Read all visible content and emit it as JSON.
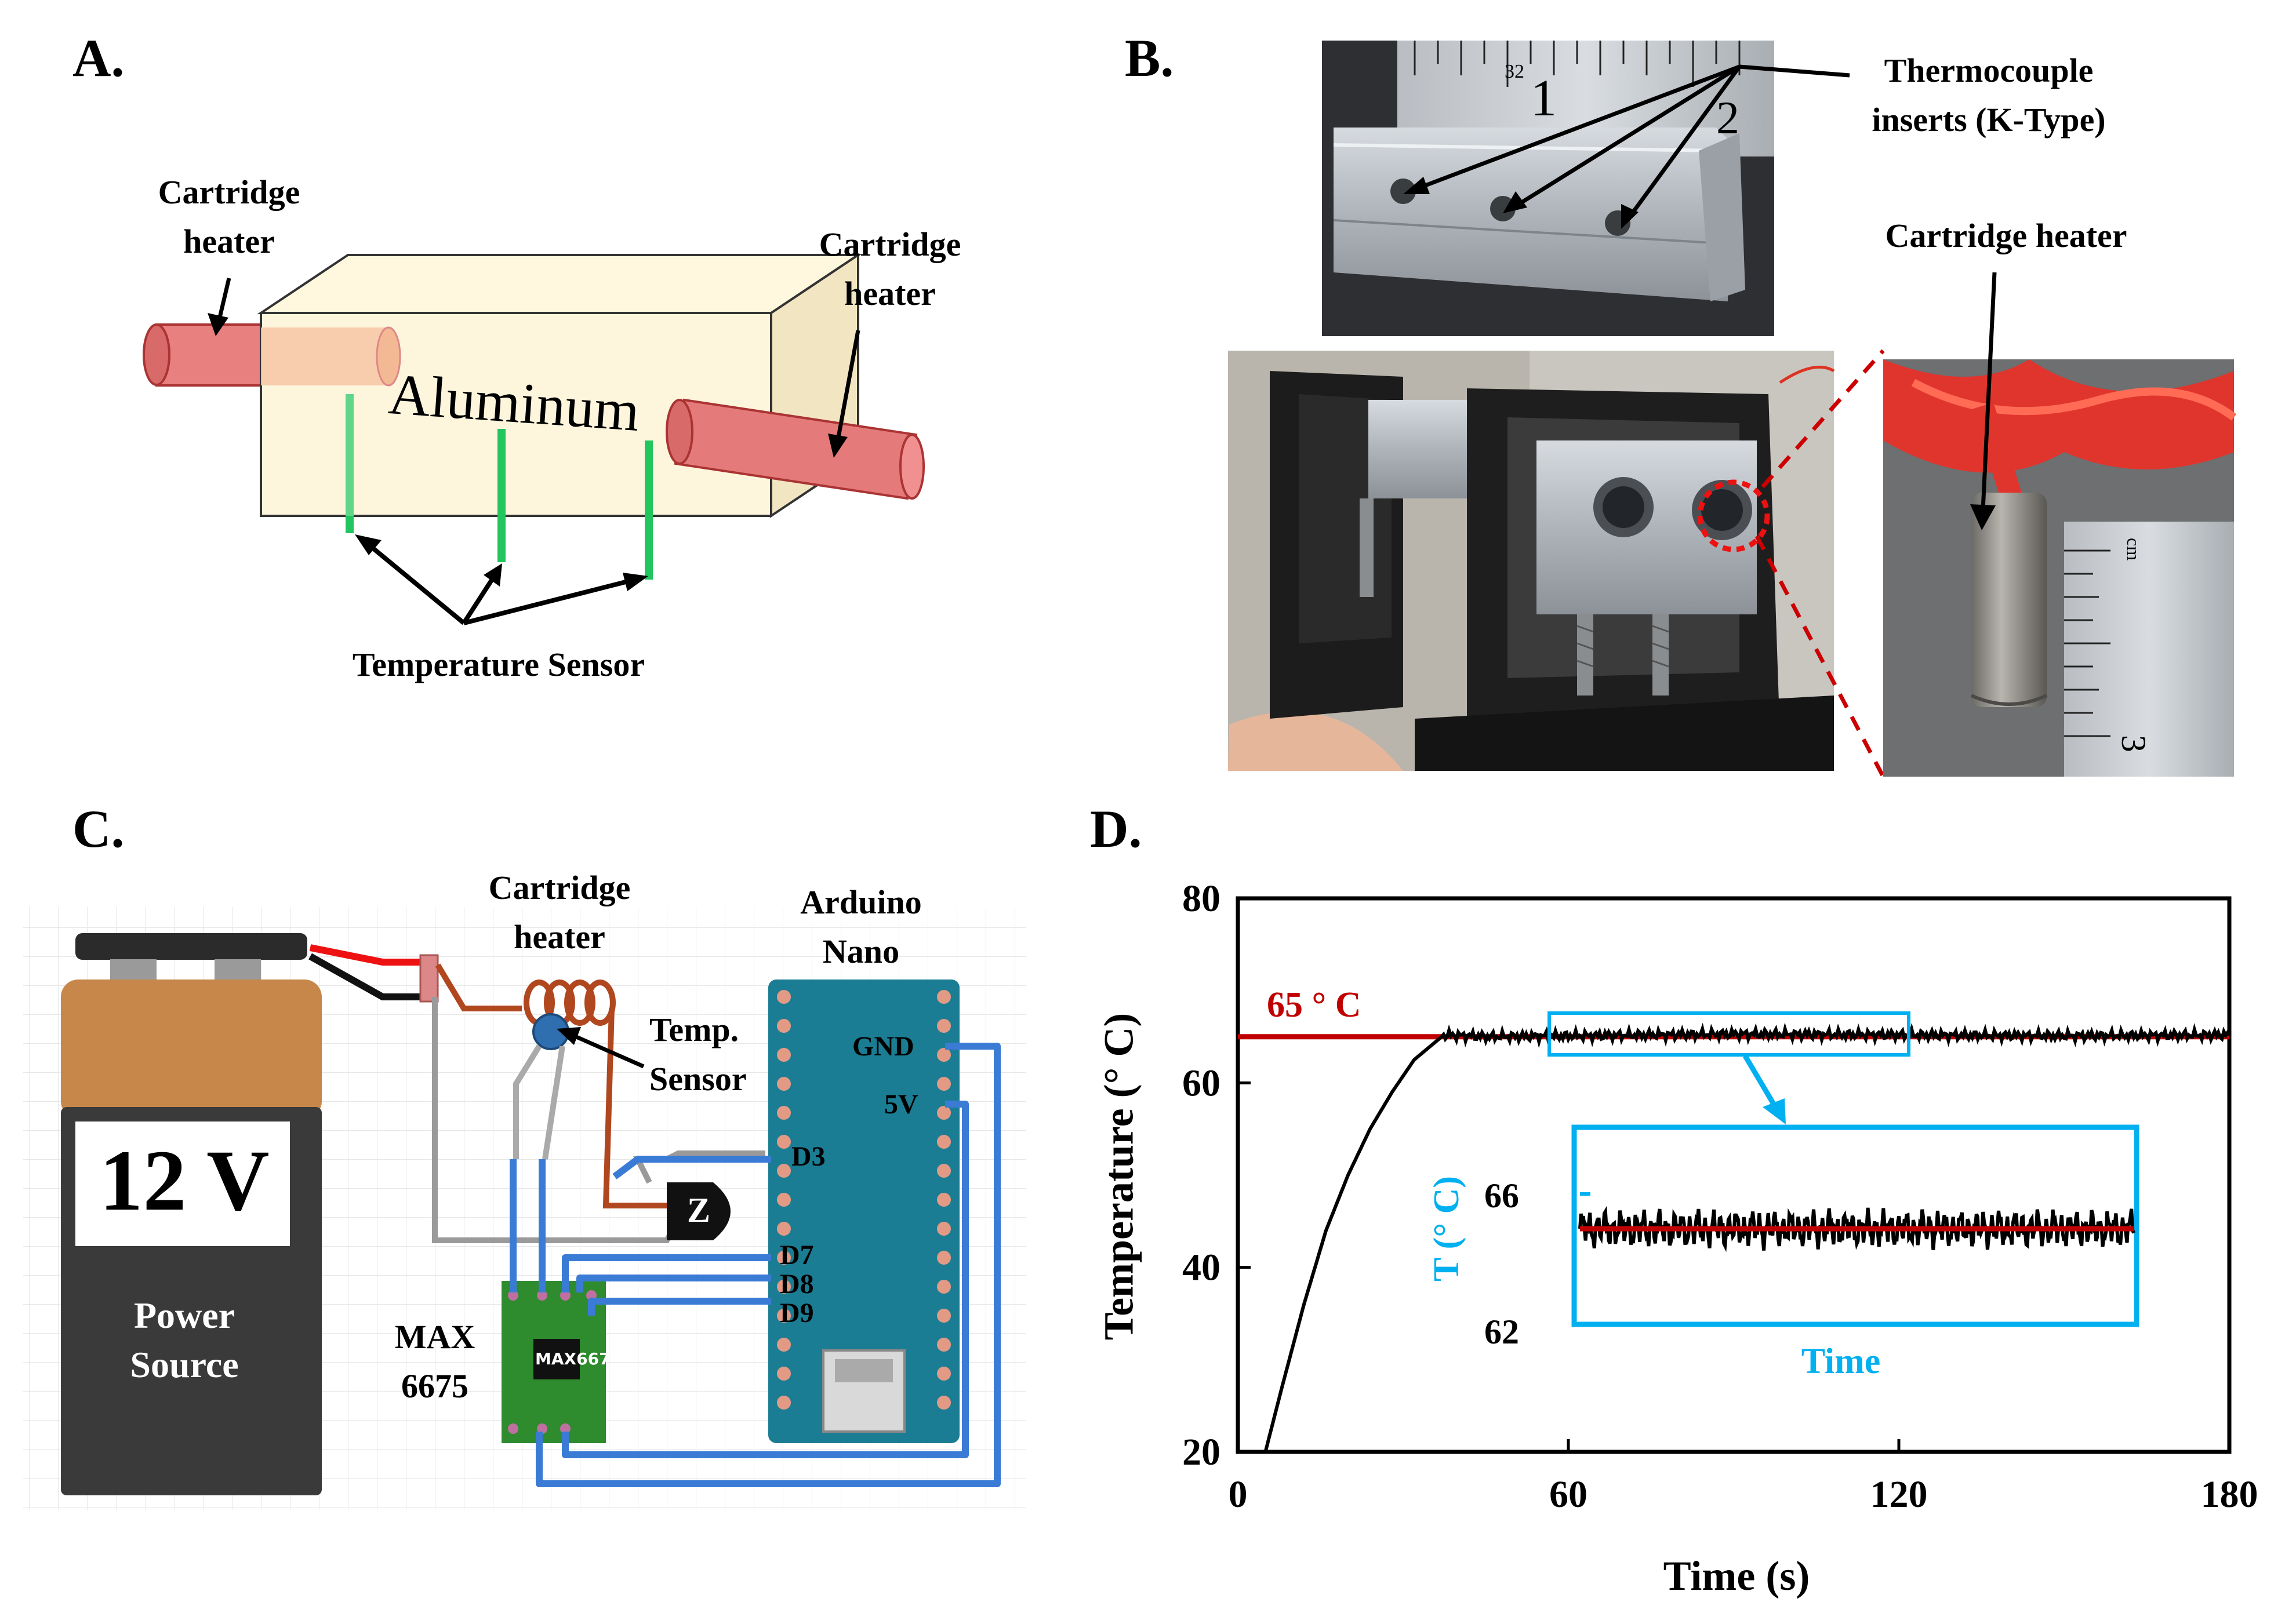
{
  "panel_a": {
    "letter": "A.",
    "heater_left": [
      "Cartridge",
      "heater"
    ],
    "heater_right": [
      "Cartridge",
      "heater"
    ],
    "block": "Aluminum",
    "sensor": "Temperature Sensor"
  },
  "panel_b": {
    "letter": "B.",
    "thermocouple": [
      "Thermocouple",
      "inserts (K-Type)"
    ],
    "heater": "Cartridge heater",
    "ruler_marks": [
      "32",
      "1",
      "2",
      "cm",
      "3"
    ]
  },
  "panel_c": {
    "letter": "C.",
    "battery_voltage": "12 V",
    "battery_label": [
      "Power",
      "Source"
    ],
    "heater": [
      "Cartridge",
      "heater"
    ],
    "temp_sensor": [
      "Temp.",
      "Sensor"
    ],
    "arduino": [
      "Arduino",
      "Nano"
    ],
    "max": [
      "MAX",
      "6675"
    ],
    "chip_text": "MAX667",
    "pins": [
      "GND",
      "5V",
      "D3",
      "D7",
      "D8",
      "D9"
    ]
  },
  "panel_d": {
    "letter": "D.",
    "setpoint_label": "65 ° C",
    "inset_ylabel": "T (° C)",
    "inset_xlabel": "Time",
    "inset_yticks": [
      "66",
      "62"
    ]
  },
  "colors": {
    "setpoint_red": "#c00000",
    "inset_blue": "#00b0f0",
    "wire_blue": "#3a7bd5",
    "arduino_teal": "#1b7d94",
    "max_green": "#2e8b2e",
    "battery_orange": "#c8874a",
    "battery_dark": "#3a3a3a",
    "heater_red": "#e06060",
    "block_cream": "#fdf6dc",
    "sensor_green": "#22c55e"
  },
  "chart_data": {
    "type": "line",
    "title": "",
    "xlabel": "Time  (s)",
    "ylabel": "Temperature  (° C)",
    "xlim": [
      0,
      180
    ],
    "ylim": [
      20,
      80
    ],
    "xticks": [
      0,
      60,
      120,
      180
    ],
    "yticks": [
      20,
      40,
      60,
      80
    ],
    "grid": false,
    "series": [
      {
        "x": [
          5,
          8,
          12,
          16,
          20,
          24,
          28,
          32,
          35,
          37,
          38,
          45,
          60,
          90,
          120,
          150,
          180
        ],
        "y": [
          20,
          27,
          36,
          44,
          50,
          55,
          59,
          62.5,
          64,
          65,
          65.2,
          65,
          65.1,
          65.3,
          65.2,
          65.1,
          65.2
        ]
      },
      {
        "name": "65 ° C",
        "x": [
          0,
          180
        ],
        "y": [
          65,
          65
        ]
      }
    ]
  }
}
